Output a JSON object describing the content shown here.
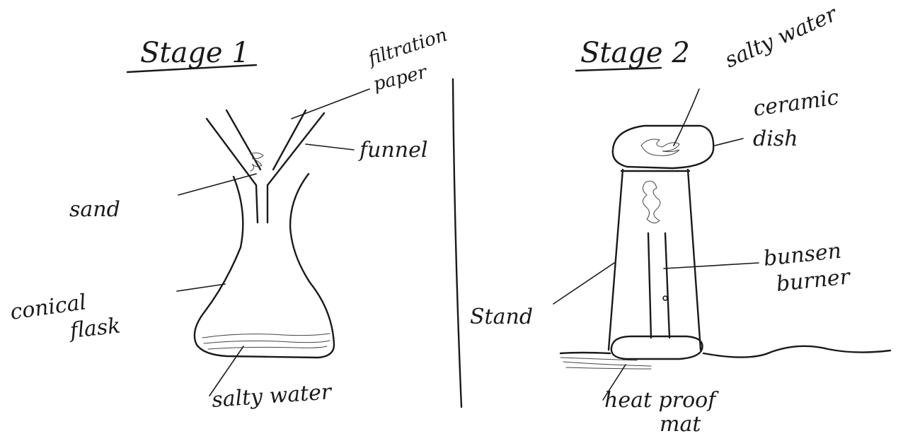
{
  "stage1": {
    "title": "Stage 1",
    "labels": {
      "filtration_paper_line1": "filtration",
      "filtration_paper_line2": "paper",
      "funnel": "funnel",
      "sand": "sand",
      "conical_flask_line1": "conical",
      "conical_flask_line2": "flask",
      "salty_water": "salty water"
    }
  },
  "stage2": {
    "title": "Stage 2",
    "labels": {
      "salty_water": "salty water",
      "ceramic_dish_line1": "ceramic",
      "ceramic_dish_line2": "dish",
      "bunsen_burner_line1": "bunsen",
      "bunsen_burner_line2": "burner",
      "stand": "Stand",
      "heat_proof_mat_line1": "heat proof",
      "heat_proof_mat_line2": "mat"
    }
  }
}
